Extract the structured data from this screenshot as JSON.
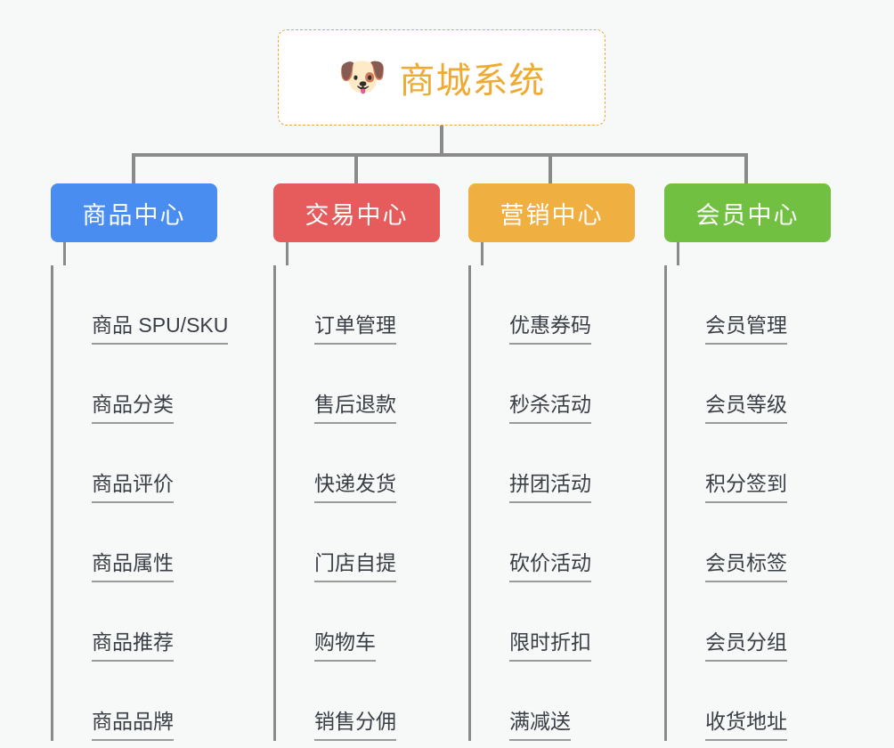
{
  "diagram": {
    "title": "商城系统",
    "type": "mindmap-tree",
    "background_color": "#f7f8f8",
    "connector_color": "#8a8a8a",
    "root": {
      "label": "商城系统",
      "icon": "dog-face-emoji",
      "icon_glyph": "🐶",
      "text_color": "#eeaa33",
      "border_color": "#e8a838",
      "background_color": "#ffffff"
    },
    "categories": [
      {
        "label": "商品中心",
        "color": "#4a8df0",
        "items": [
          "商品 SPU/SKU",
          "商品分类",
          "商品评价",
          "商品属性",
          "商品推荐",
          "商品品牌"
        ]
      },
      {
        "label": "交易中心",
        "color": "#e65c5c",
        "items": [
          "订单管理",
          "售后退款",
          "快递发货",
          "门店自提",
          "购物车",
          "销售分佣"
        ]
      },
      {
        "label": "营销中心",
        "color": "#efaf41",
        "items": [
          "优惠券码",
          "秒杀活动",
          "拼团活动",
          "砍价活动",
          "限时折扣",
          "满减送"
        ]
      },
      {
        "label": "会员中心",
        "color": "#72c041",
        "items": [
          "会员管理",
          "会员等级",
          "积分签到",
          "会员标签",
          "会员分组",
          "收货地址"
        ]
      }
    ]
  }
}
